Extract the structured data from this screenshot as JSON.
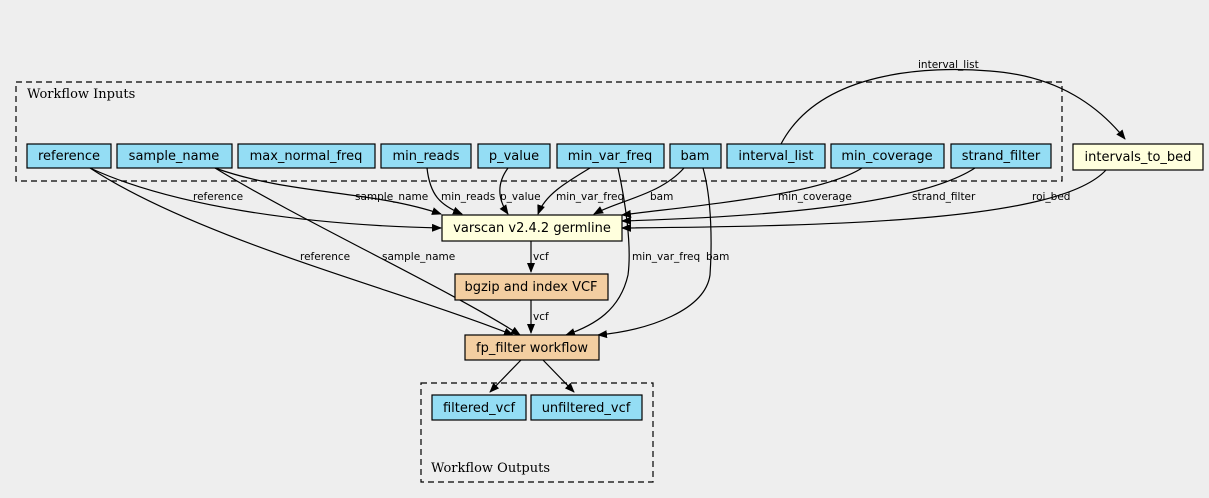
{
  "colors": {
    "background": "#eeeeee",
    "input": "#94ddf4",
    "step": "#ffffdd",
    "workflow": "#f3cea1"
  },
  "clusters": {
    "inputs": "Workflow Inputs",
    "outputs": "Workflow Outputs"
  },
  "nodes": {
    "reference": "reference",
    "sample_name": "sample_name",
    "max_normal_freq": "max_normal_freq",
    "min_reads": "min_reads",
    "p_value": "p_value",
    "min_var_freq": "min_var_freq",
    "bam": "bam",
    "interval_list": "interval_list",
    "min_coverage": "min_coverage",
    "strand_filter": "strand_filter",
    "intervals_to_bed": "intervals_to_bed",
    "varscan": "varscan v2.4.2 germline",
    "bgzip": "bgzip and index VCF",
    "fp_filter": "fp_filter workflow",
    "filtered_vcf": "filtered_vcf",
    "unfiltered_vcf": "unfiltered_vcf"
  },
  "edge_labels": {
    "interval_list": "interval_list",
    "reference": "reference",
    "sample_name": "sample_name",
    "min_reads": "min_reads",
    "p_value": "p_value",
    "min_var_freq": "min_var_freq",
    "bam": "bam",
    "min_coverage": "min_coverage",
    "strand_filter": "strand_filter",
    "roi_bed": "roi_bed",
    "vcf_varscan": "vcf",
    "reference_fp": "reference",
    "sample_name_fp": "sample_name",
    "min_var_freq_fp": "min_var_freq",
    "bam_fp": "bam",
    "vcf_bgzip": "vcf"
  }
}
